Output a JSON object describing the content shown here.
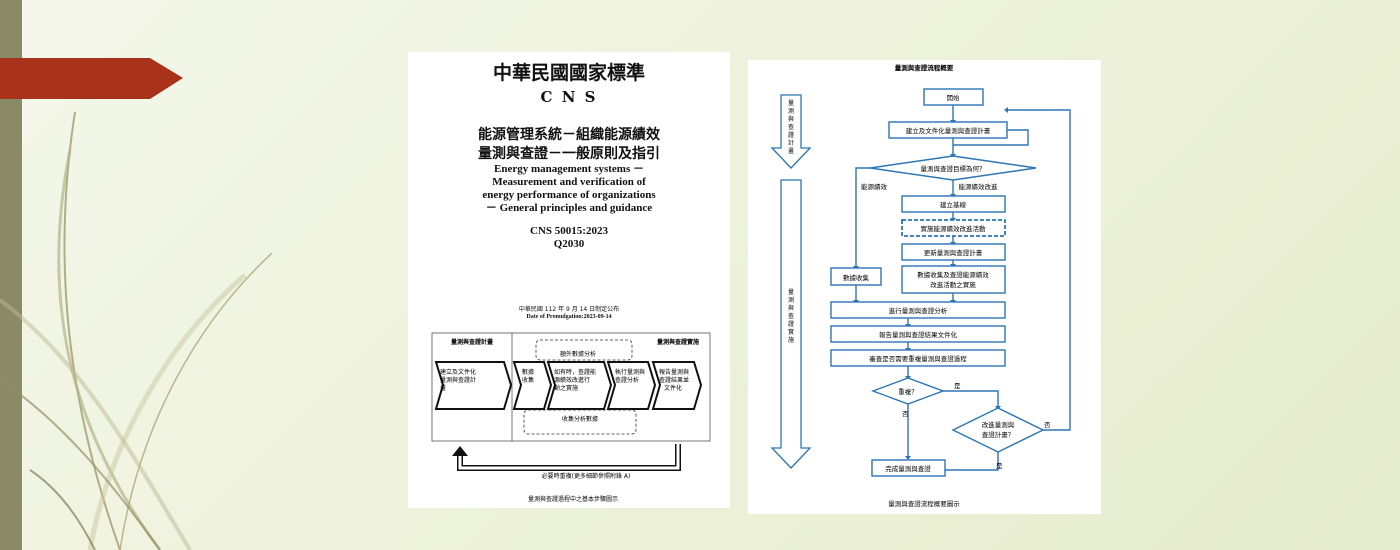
{
  "slide": {
    "accent_color": "#a8321a",
    "bar_color": "#8a8a66"
  },
  "doc": {
    "header": "中華民國國家標準",
    "cns": "C N S",
    "title_zh_1": "能源管理系統－組織能源績效",
    "title_zh_2": "量測與查證－一般原則及指引",
    "title_en": [
      "Energy management systems －",
      "Measurement and verification of",
      "energy performance of organizations",
      "－ General principles and guidance"
    ],
    "code": "CNS 50015:2023",
    "class_code": "Q2030",
    "promulgation_zh": "中華民國 112 年 9 月 14 日制定公布",
    "promulgation_en": "Date of Promulgation:2023-09-14",
    "diagram": {
      "plan_header": "量測與查證計畫",
      "impl_header": "量測與查證實施",
      "plan_step": [
        "建立及文件化",
        "量測與查證計",
        "畫"
      ],
      "steps": [
        [
          "數據",
          "收集"
        ],
        [
          "如有時，查證能",
          "源績效改進行",
          "動之實施"
        ],
        [
          "執行量測與",
          "查證分析"
        ],
        [
          "報告量測與",
          "查證結果並",
          "文件化"
        ]
      ],
      "loop_top": "額外數據分析",
      "loop_bottom": "收集分析數據",
      "repeat_note": "必要時重複(更多細節參照附錄 A)",
      "caption": "量測與查證過程中之基本步驟圖示"
    }
  },
  "flow": {
    "title": "量測與查證流程概要",
    "side_plan": [
      "量",
      "測",
      "與",
      "查",
      "證",
      "計",
      "畫"
    ],
    "side_impl": [
      "量",
      "測",
      "與",
      "查",
      "證",
      "實",
      "施"
    ],
    "start": "開始",
    "box1": "建立及文件化量測與查證計畫",
    "decision1": "量測與查證目標為何？",
    "branch_left": "能源績效",
    "branch_right": "能源績效改進",
    "box_baseline": "建立基線",
    "box_implement": "實施能源績效改進活動",
    "box_update": "更新量測與查證計畫",
    "box_data_left": "數據收集",
    "box_data_right": [
      "數據收集及查證能源績效",
      "改進活動之實施"
    ],
    "box_analysis": "進行量測與查證分析",
    "box_report": "報告量測與查證結果文件化",
    "box_review": "審查是否需要重複量測與查證過程",
    "decision_repeat": "重複？",
    "yes": "是",
    "no": "否",
    "decision_improve": [
      "改進量測與",
      "查證計畫？"
    ],
    "no2": "否",
    "yes2": "是",
    "end": "完成量測與查證",
    "caption": "量測與查證流程概要圖示"
  }
}
